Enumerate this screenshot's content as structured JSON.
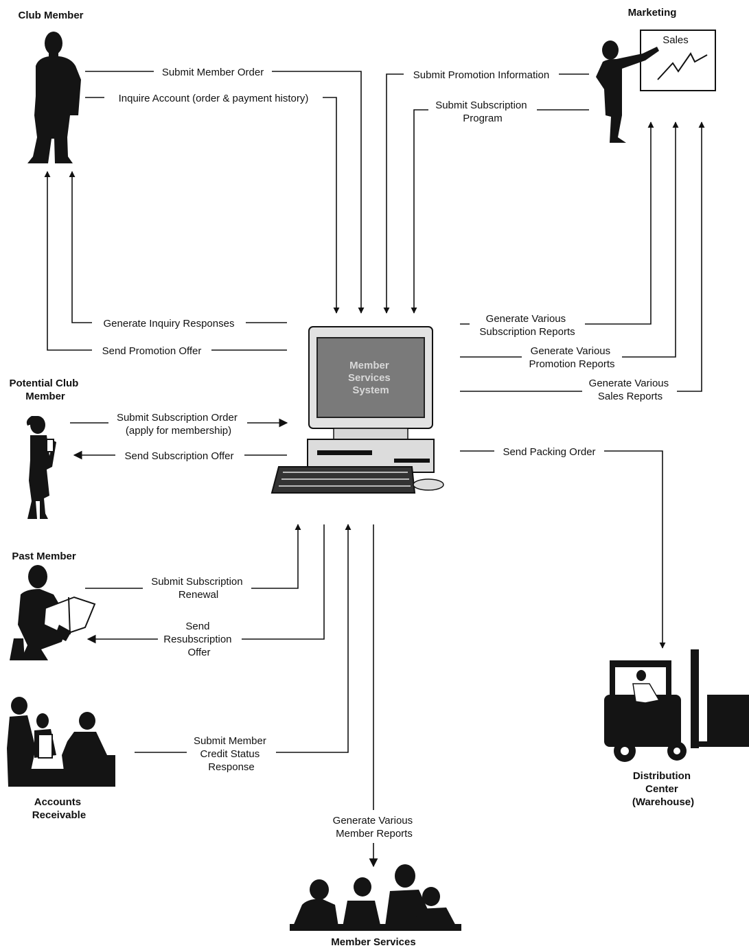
{
  "entities": {
    "club_member": "Club Member",
    "marketing": "Marketing",
    "potential_member": [
      "Potential Club",
      "Member"
    ],
    "past_member": "Past Member",
    "accounts_receivable": [
      "Accounts",
      "Receivable"
    ],
    "distribution_center": [
      "Distribution",
      "Center",
      "(Warehouse)"
    ],
    "member_services": "Member Services"
  },
  "system": {
    "name": [
      "Member",
      "Services",
      "System"
    ]
  },
  "sales_chart_label": "Sales",
  "flows": {
    "submit_member_order": "Submit Member Order",
    "inquire_account": "Inquire Account (order & payment history)",
    "submit_promotion_information": "Submit Promotion Information",
    "submit_subscription_program": [
      "Submit Subscription",
      "Program"
    ],
    "generate_inquiry_responses": "Generate Inquiry Responses",
    "send_promotion_offer": "Send Promotion Offer",
    "generate_subscription_reports": [
      "Generate Various",
      "Subscription Reports"
    ],
    "generate_promotion_reports": [
      "Generate Various",
      "Promotion Reports"
    ],
    "generate_sales_reports": [
      "Generate Various",
      "Sales Reports"
    ],
    "submit_subscription_order": [
      "Submit Subscription Order",
      "(apply for membership)"
    ],
    "send_subscription_offer": "Send Subscription Offer",
    "send_packing_order": "Send Packing Order",
    "submit_subscription_renewal": [
      "Submit Subscription",
      "Renewal"
    ],
    "send_resubscription_offer": [
      "Send",
      "Resubscription",
      "Offer"
    ],
    "submit_credit_status": [
      "Submit Member",
      "Credit Status",
      "Response"
    ],
    "generate_member_reports": [
      "Generate Various",
      "Member Reports"
    ]
  }
}
